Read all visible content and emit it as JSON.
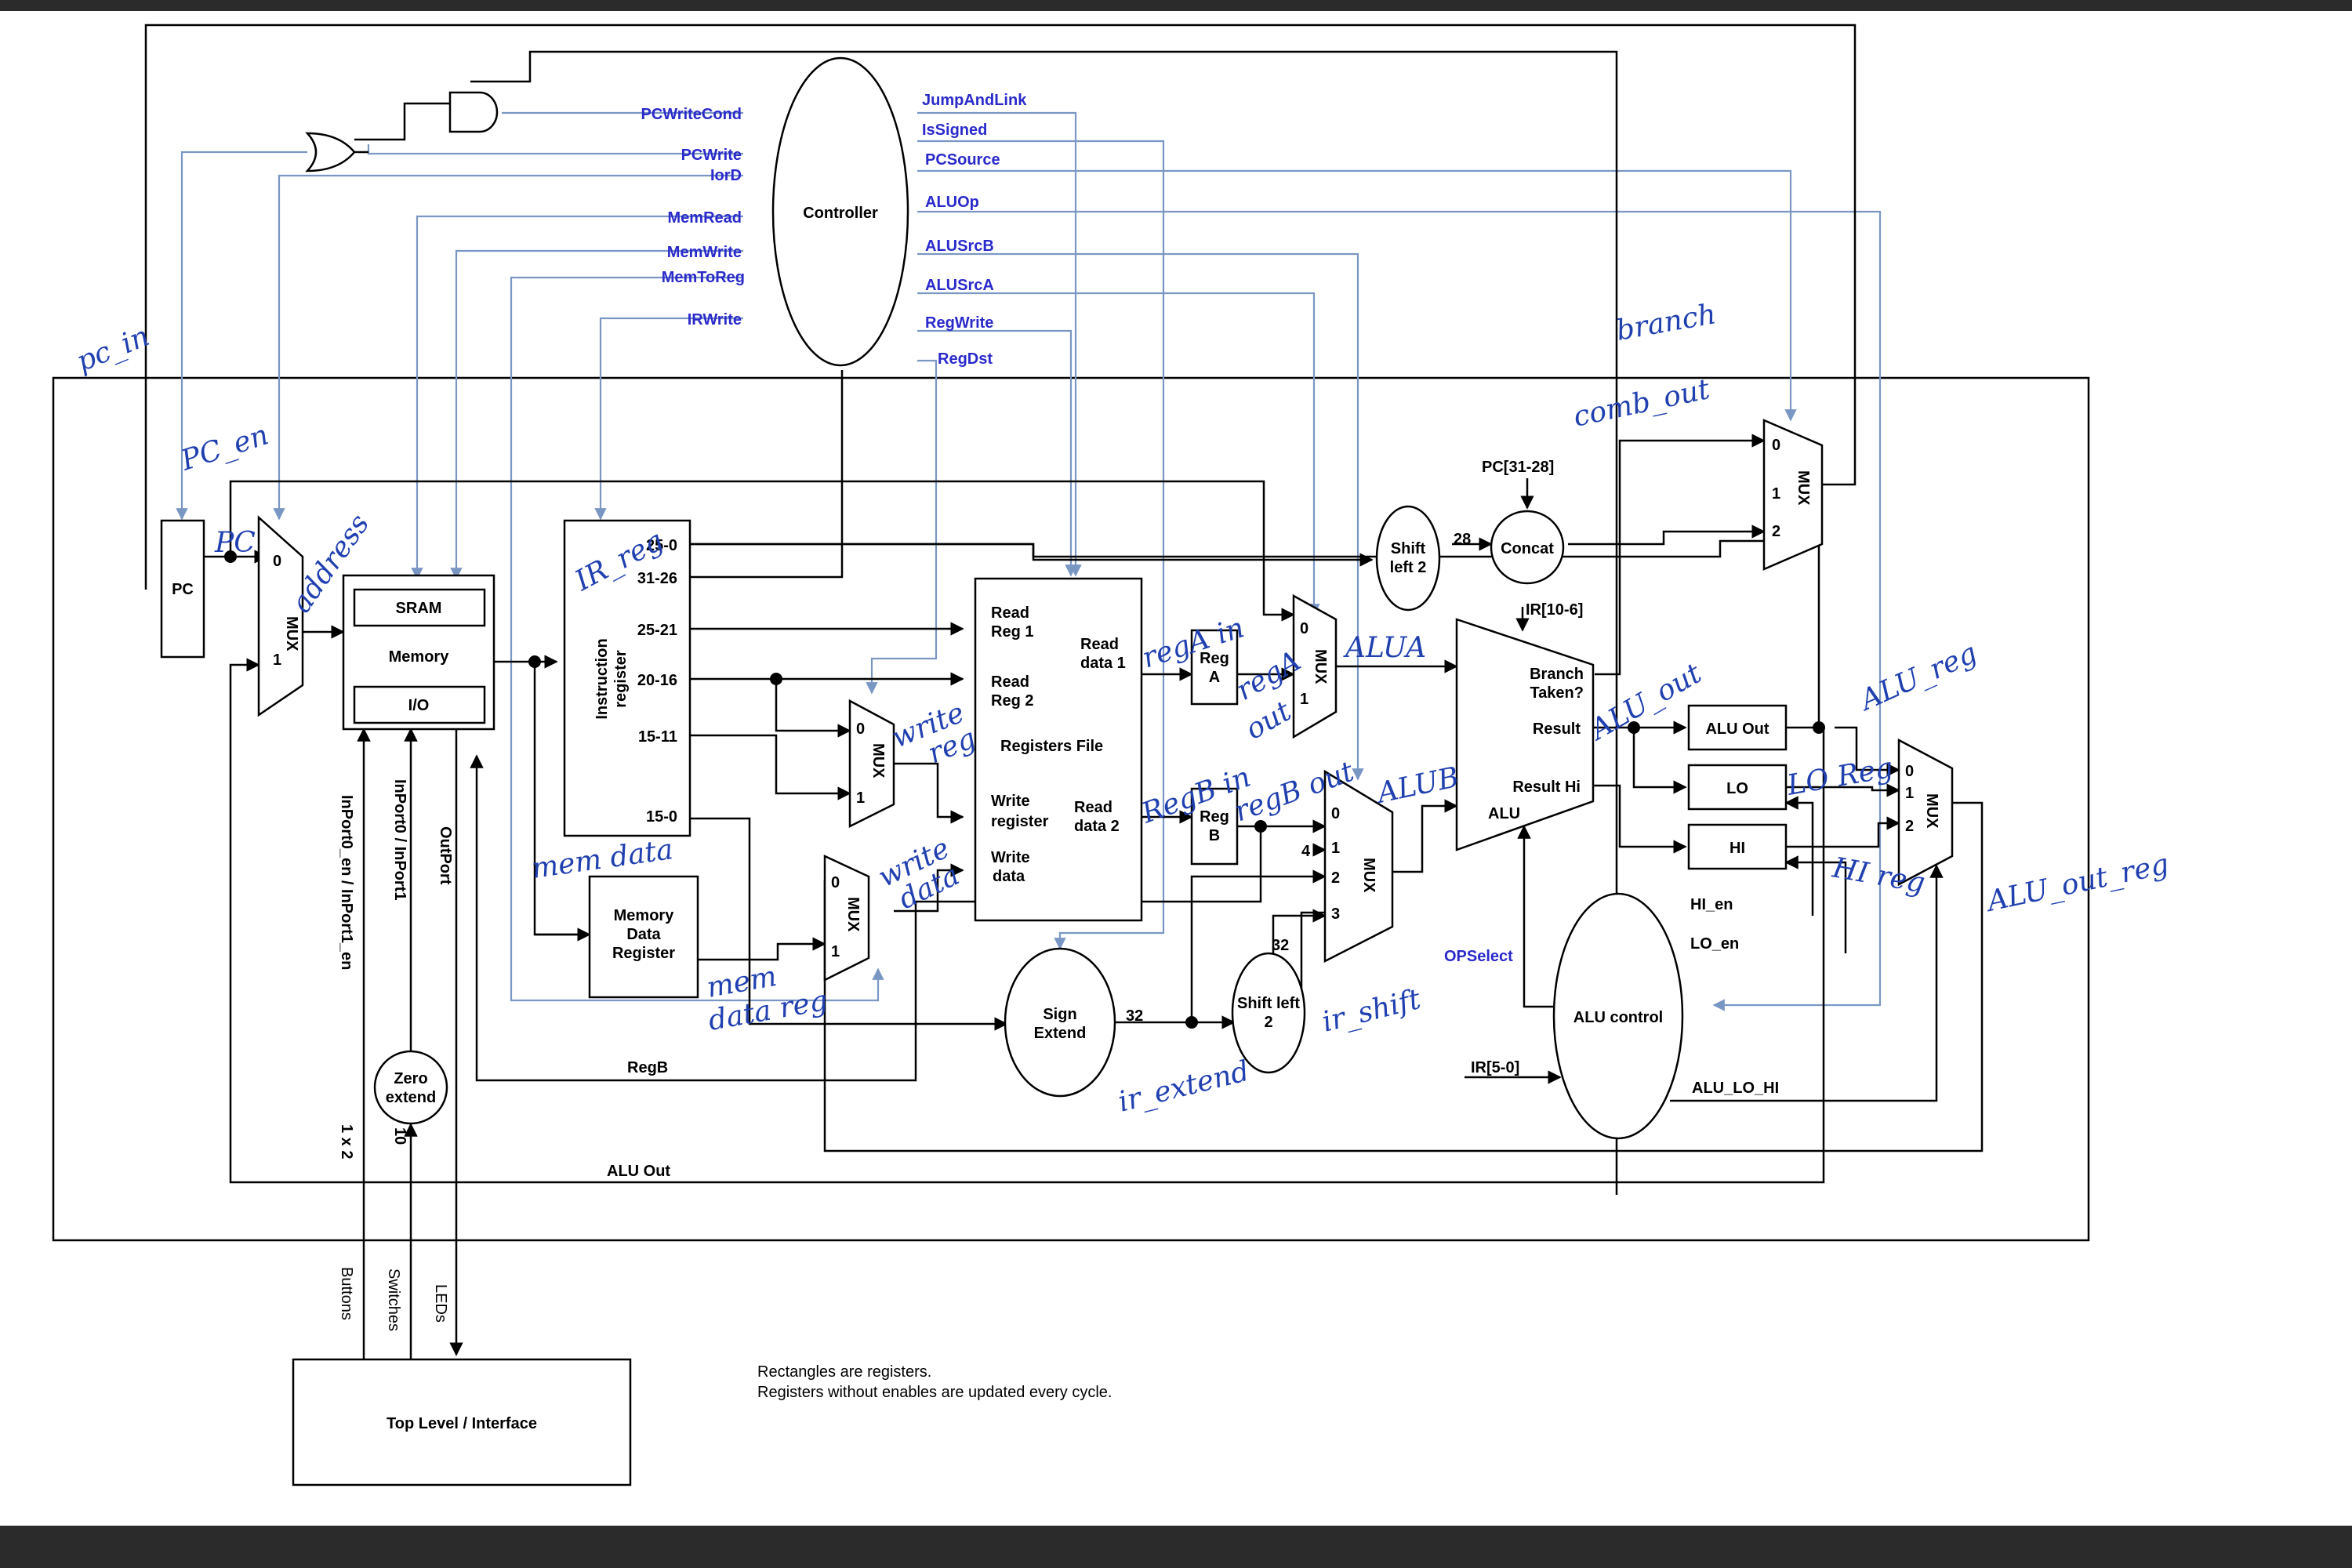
{
  "blocks": {
    "controller": "Controller",
    "pc": "PC",
    "sram": "SRAM",
    "memory": "Memory",
    "io": "I/O",
    "ir_line1": "Instruction",
    "ir_line2": "register",
    "mdr_line1": "Memory",
    "mdr_line2": "Data",
    "mdr_line3": "Register",
    "reg_a_1": "Reg",
    "reg_a_2": "A",
    "reg_b_1": "Reg",
    "reg_b_2": "B",
    "sign_ext_1": "Sign",
    "sign_ext_2": "Extend",
    "shift_left": "Shift left",
    "shift_two": "2",
    "shift_top_1": "Shift",
    "shift_top_2": "left 2",
    "concat": "Concat",
    "alu_control": "ALU control",
    "alu_out": "ALU Out",
    "lo": "LO",
    "hi": "HI",
    "zero_1": "Zero",
    "zero_2": "extend",
    "top_level": "Top Level / Interface"
  },
  "mux": {
    "label": "MUX",
    "in0": "0",
    "in1": "1"
  },
  "alu_b_mux": {
    "in0": "0",
    "in1": "1",
    "in2": "2",
    "in3": "3",
    "constant": "4"
  },
  "pc_mux": {
    "in0": "0",
    "in1": "1",
    "in2": "2"
  },
  "ir_fields": [
    "25-0",
    "31-26",
    "25-21",
    "20-16",
    "15-11",
    "15-0"
  ],
  "regfile": {
    "read_reg1_a": "Read",
    "read_reg1_b": "Reg 1",
    "read_data1_a": "Read",
    "read_data1_b": "data 1",
    "read_reg2_a": "Read",
    "read_reg2_b": "Reg 2",
    "title": "Registers File",
    "write_register_a": "Write",
    "write_register_b": "register",
    "read_data2_a": "Read",
    "read_data2_b": "data 2",
    "write_data_a": "Write",
    "write_data_b": "data"
  },
  "alu": {
    "branch_1": "Branch",
    "branch_2": "Taken?",
    "result": "Result",
    "result_hi": "Result Hi",
    "label": "ALU"
  },
  "widths": {
    "w32": "32",
    "w28": "28"
  },
  "labels": {
    "pc_31_28": "PC[31-28]",
    "ir_10_6": "IR[10-6]",
    "opselect": "OPSelect",
    "ir_5_0": "IR[5-0]",
    "hi_en": "HI_en",
    "lo_en": "LO_en",
    "alu_lo_hi": "ALU_LO_HI",
    "regb": "RegB",
    "alu_out_wire": "ALU Out"
  },
  "ports": {
    "inport_en": "InPort0_en / InPort1_en",
    "inport": "InPort0 / InPort1",
    "outport": "OutPort",
    "w1x2": "1 x 2",
    "w10": "10",
    "buttons": "Buttons",
    "switches": "Switches",
    "leds": "LEDs"
  },
  "signals": {
    "left": [
      "PCWriteCond",
      "PCWrite",
      "IorD",
      "MemRead",
      "MemWrite",
      "MemToReg",
      "IRWrite"
    ],
    "right": [
      "JumpAndLink",
      "IsSigned",
      "PCSource",
      "ALUOp",
      "ALUSrcB",
      "ALUSrcA",
      "RegWrite",
      "RegDst"
    ]
  },
  "notes": [
    "Rectangles are registers.",
    "Registers without enables are updated every cycle."
  ],
  "hand": {
    "pc_in": "pc_in",
    "pc_en": "PC_en",
    "pc": "PC",
    "address": "address",
    "ir_reg": "IR_reg",
    "mem_data": "mem data",
    "mem": "mem",
    "data_reg": "data reg",
    "write": "write",
    "reg": "reg",
    "data": "data",
    "rega_in": "regA in",
    "rega_out_1": "regA",
    "rega_out_2": "out",
    "regb_in": "RegB in",
    "regb_out": "regB out",
    "alua": "ALUA",
    "alub": "ALUB",
    "ir_extend": "ir_extend",
    "ir_shift": "ir_shift",
    "alu_out": "ALU_out",
    "alu_reg": "ALU_reg",
    "lo_reg": "LO Reg",
    "hi_reg": "HI reg",
    "alu_out_reg": "ALU_out_reg",
    "branch": "branch",
    "comb_out": "comb_out"
  }
}
